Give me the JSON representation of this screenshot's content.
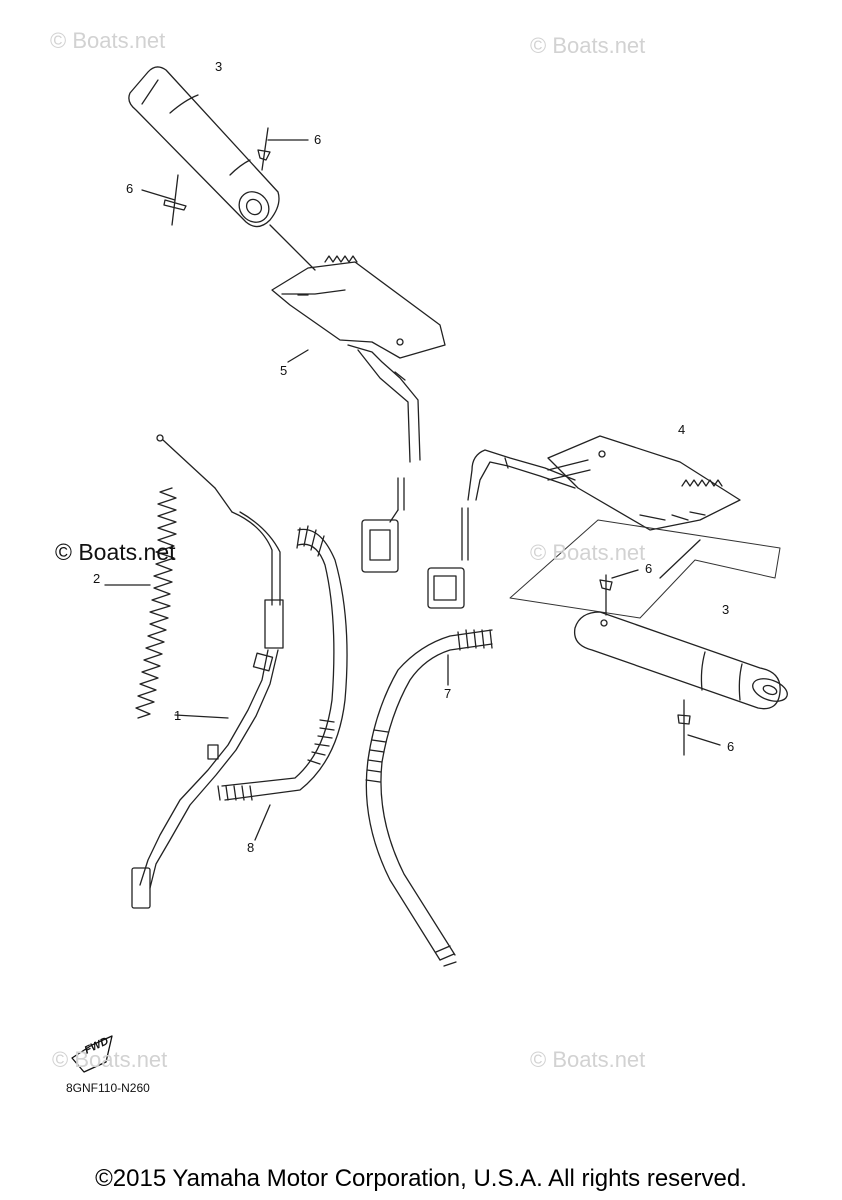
{
  "watermarks": {
    "top_left": "© Boats.net",
    "top_right": "© Boats.net",
    "mid_left": "© Boats.net",
    "mid_right": "© Boats.net",
    "bottom_left": "© Boats.net",
    "bottom_right": "© Boats.net"
  },
  "callouts": {
    "c1": "1",
    "c2": "2",
    "c3_top": "3",
    "c3_right": "3",
    "c4": "4",
    "c5": "5",
    "c6_top_right": "6",
    "c6_top_left": "6",
    "c6_mid": "6",
    "c6_bottom": "6",
    "c7": "7",
    "c8": "8"
  },
  "fwd_label": "FWD",
  "diagram_code": "8GNF110-N260",
  "copyright": "©2015 Yamaha Motor Corporation, U.S.A. All rights reserved."
}
